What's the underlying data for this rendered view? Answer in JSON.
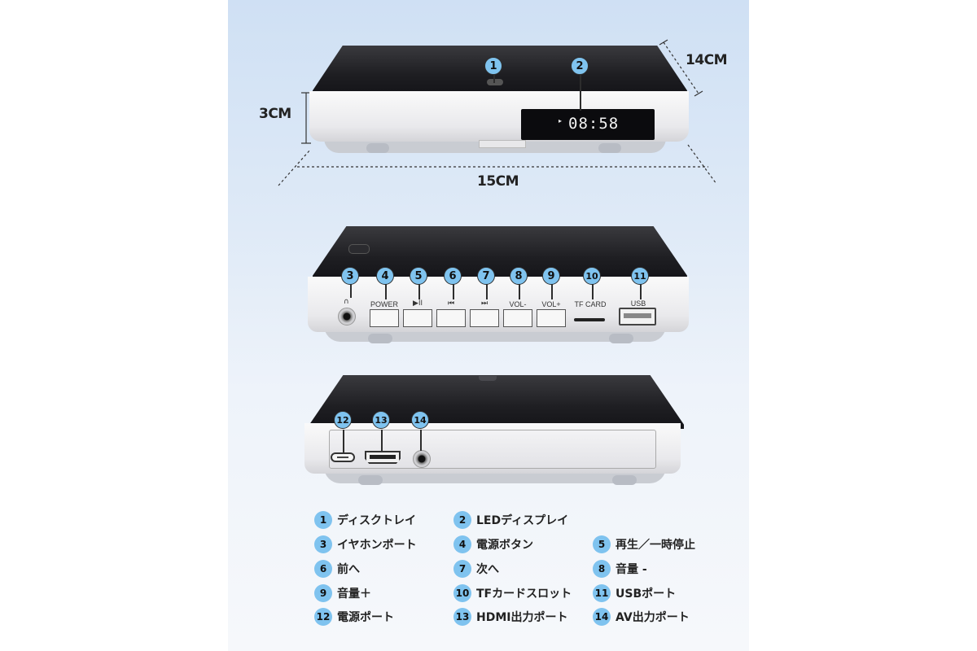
{
  "dimensions": {
    "depth": "14CM",
    "height": "3CM",
    "width": "15CM"
  },
  "display": {
    "clock": "08:58",
    "indicator": "▸"
  },
  "callouts": [
    "1",
    "2",
    "3",
    "4",
    "5",
    "6",
    "7",
    "8",
    "9",
    "10",
    "11",
    "12",
    "13",
    "14"
  ],
  "front_buttons": [
    {
      "label": "POWER"
    },
    {
      "label": "▶︎II"
    },
    {
      "label": "⏮"
    },
    {
      "label": "⏭"
    },
    {
      "label": "VOL-"
    },
    {
      "label": "VOL+"
    }
  ],
  "front_ports": {
    "tf_label": "TF CARD",
    "usb_label": "USB"
  },
  "legend": [
    {
      "num": "1",
      "text": "ディスクトレイ"
    },
    {
      "num": "2",
      "text": "LEDディスプレイ"
    },
    {
      "num": "3",
      "text": "イヤホンポート"
    },
    {
      "num": "4",
      "text": "電源ボタン"
    },
    {
      "num": "5",
      "text": "再生／一時停止"
    },
    {
      "num": "6",
      "text": "前へ"
    },
    {
      "num": "7",
      "text": "次へ"
    },
    {
      "num": "8",
      "text": "音量 -"
    },
    {
      "num": "9",
      "text": "音量＋"
    },
    {
      "num": "10",
      "text": "TFカードスロット"
    },
    {
      "num": "11",
      "text": "USBポート"
    },
    {
      "num": "12",
      "text": "電源ポート"
    },
    {
      "num": "13",
      "text": "HDMI出力ポート"
    },
    {
      "num": "14",
      "text": "AV出力ポート"
    }
  ],
  "colors": {
    "badge": "#7fc3ef",
    "lid": "#1e1e22",
    "body": "#ececef",
    "panel": "#dfeaf7"
  }
}
